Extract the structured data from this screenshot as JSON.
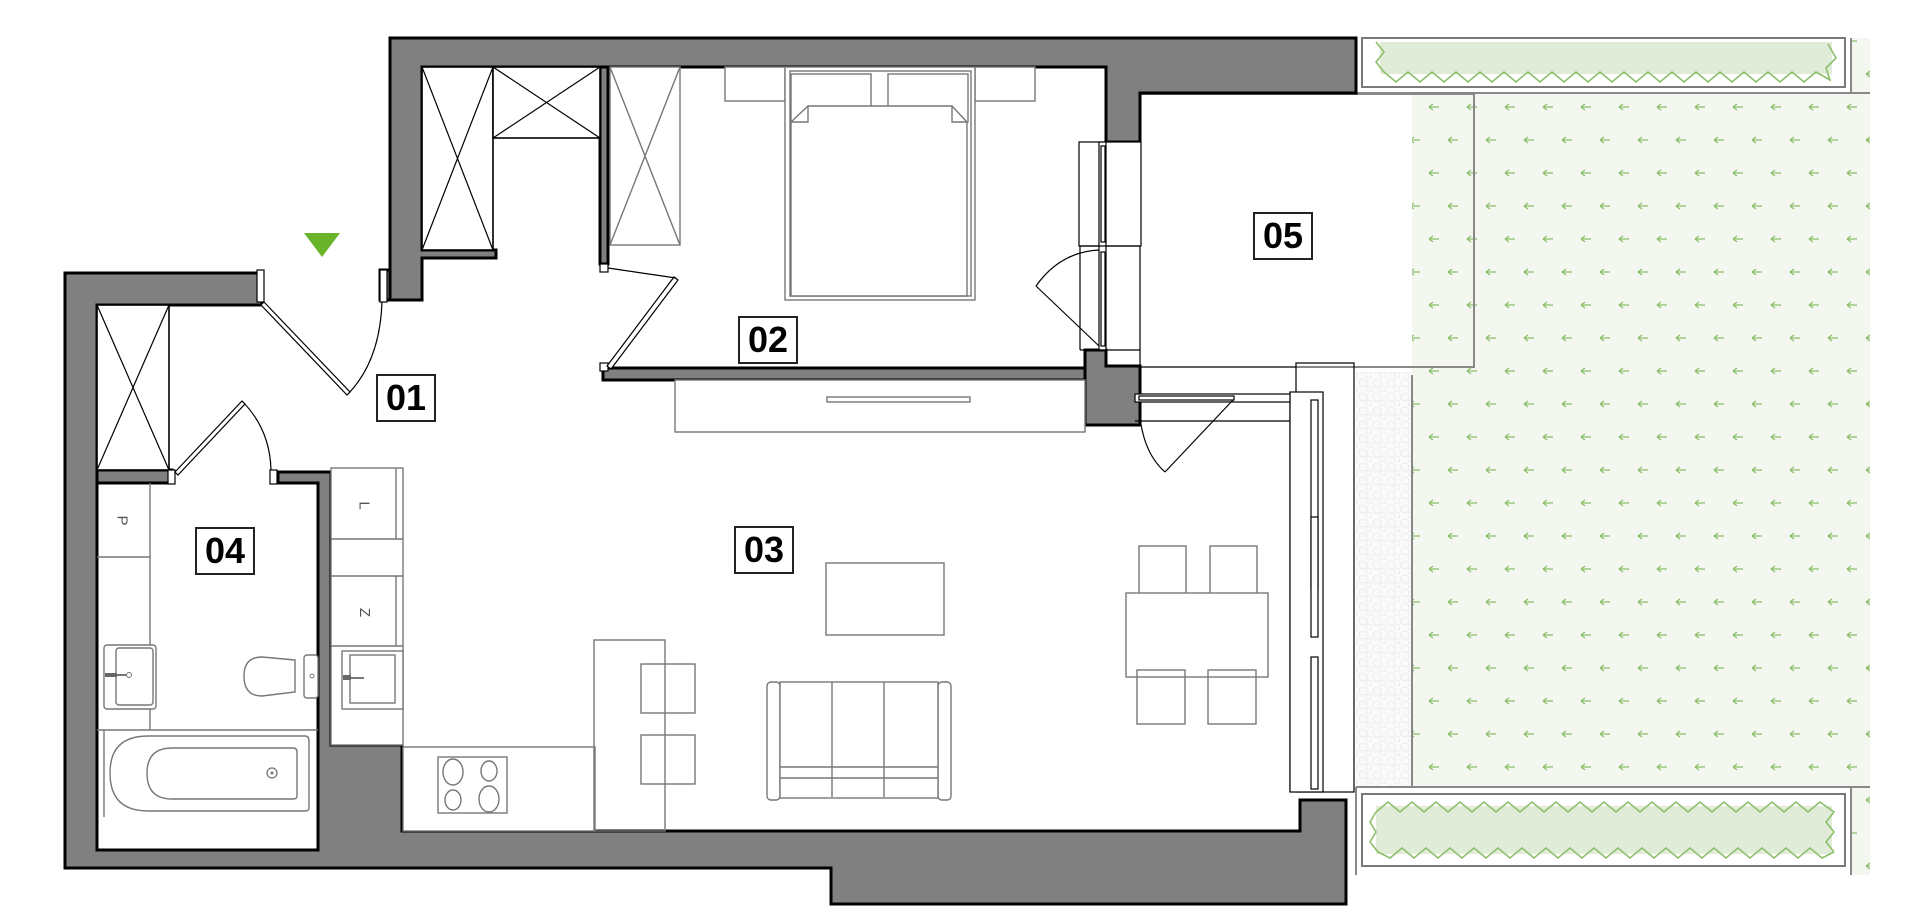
{
  "plan": {
    "title": "Apartment floor plan",
    "entry_marker": {
      "icon": "entry-arrow-icon",
      "color": "#6ab42b"
    },
    "colors": {
      "wall": "#808080",
      "grass_bg": "#f3f7ef",
      "grass_symbol": "#8cbf6a",
      "planter_fill": "#e1ecd8",
      "planter_edge": "#8cbf6a",
      "furniture_stroke": "#777777"
    }
  },
  "rooms": [
    {
      "id": "01",
      "label": "01",
      "name": "hall"
    },
    {
      "id": "02",
      "label": "02",
      "name": "bedroom"
    },
    {
      "id": "03",
      "label": "03",
      "name": "living-room-kitchen"
    },
    {
      "id": "04",
      "label": "04",
      "name": "bathroom"
    },
    {
      "id": "05",
      "label": "05",
      "name": "balcony"
    }
  ],
  "appliances": [
    {
      "label": "L",
      "meaning": "fridge"
    },
    {
      "label": "Z",
      "meaning": "dishwasher"
    },
    {
      "label": "P",
      "meaning": "washing-machine"
    }
  ]
}
